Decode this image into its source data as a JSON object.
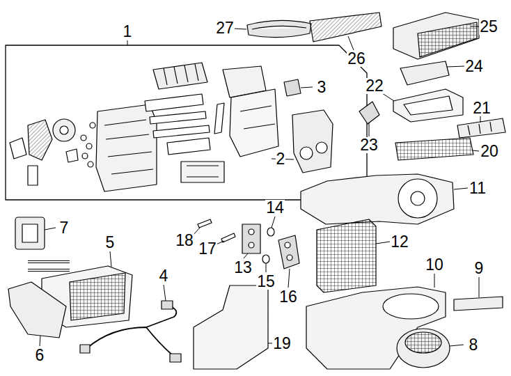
{
  "diagram": {
    "labels": [
      "1",
      "27",
      "26",
      "25",
      "3",
      "24",
      "22",
      "21",
      "23",
      "2",
      "20",
      "11",
      "14",
      "7",
      "18",
      "17",
      "5",
      "12",
      "13",
      "9",
      "10",
      "4",
      "15",
      "16",
      "19",
      "6",
      "8"
    ]
  }
}
